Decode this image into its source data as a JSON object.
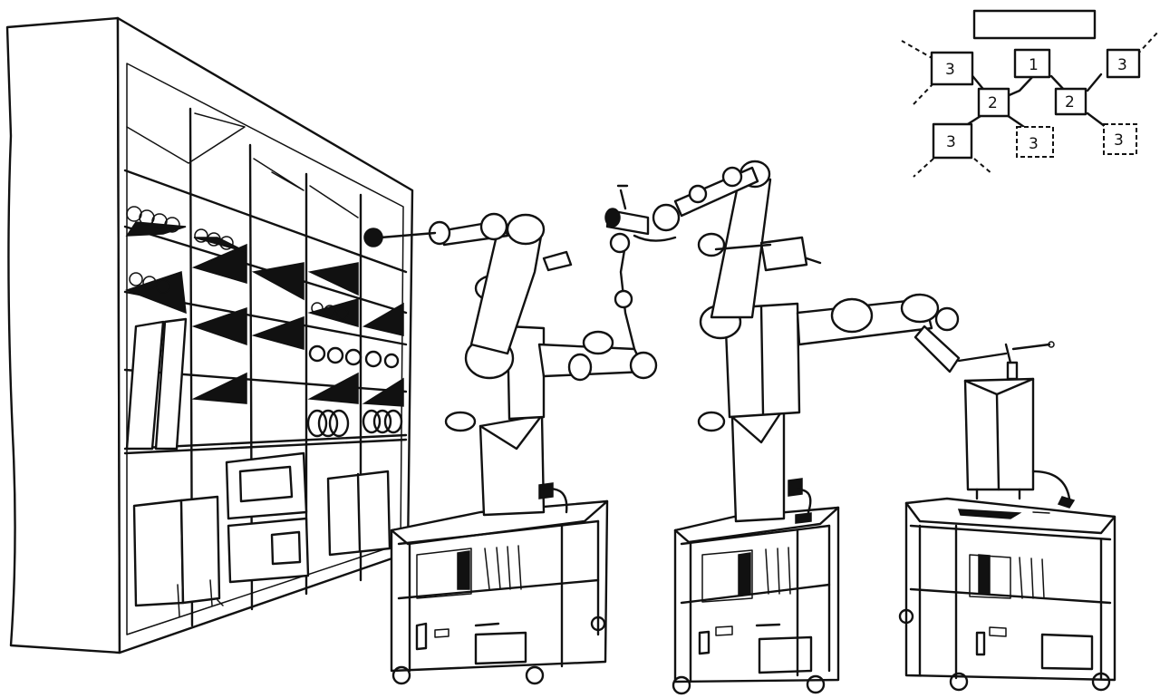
{
  "scene": {
    "description_free": true,
    "ink_color": "#111111",
    "paper_color": "#ffffff"
  },
  "diagram": {
    "nodes": [
      {
        "id": "n1",
        "label": "1",
        "style": "solid"
      },
      {
        "id": "n2a",
        "label": "2",
        "style": "solid"
      },
      {
        "id": "n2b",
        "label": "2",
        "style": "solid"
      },
      {
        "id": "n3a",
        "label": "3",
        "style": "solid"
      },
      {
        "id": "n3b",
        "label": "3",
        "style": "solid"
      },
      {
        "id": "n3c",
        "label": "3",
        "style": "solid"
      },
      {
        "id": "n3d",
        "label": "3",
        "style": "dashed"
      },
      {
        "id": "n3e",
        "label": "3",
        "style": "dashed"
      }
    ],
    "header_label": ""
  }
}
